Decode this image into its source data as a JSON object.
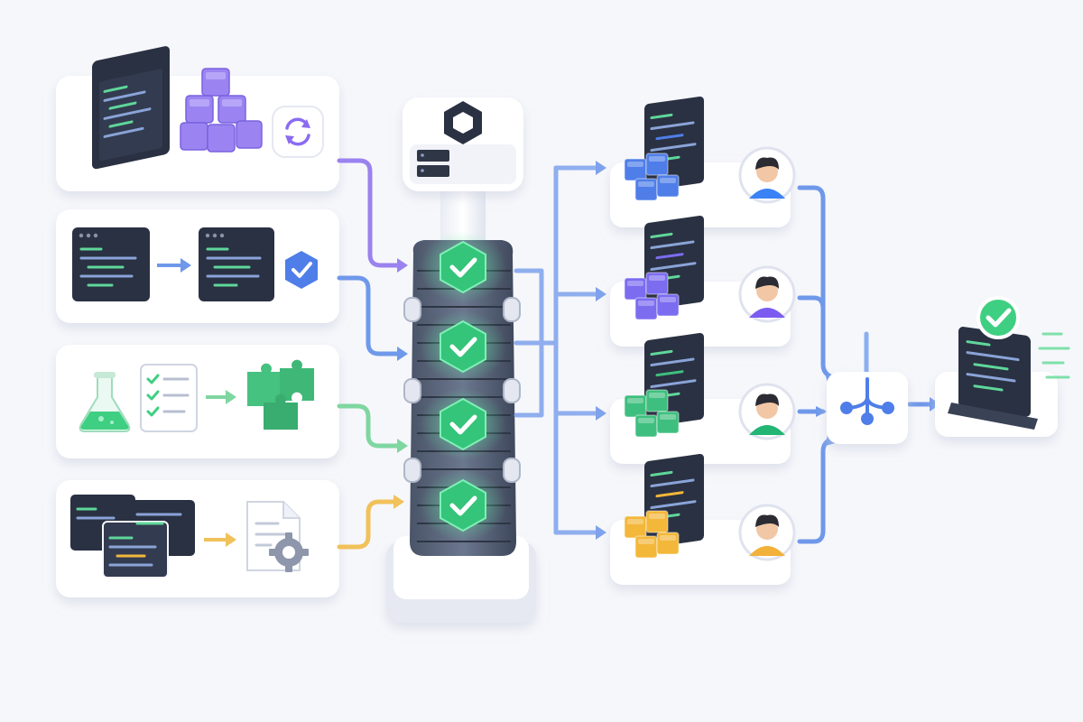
{
  "diagram": {
    "colors": {
      "background": "#f6f7fb",
      "panel": "#ffffff",
      "panel_shadow": "#dde1ec",
      "code_window": "#2a3142",
      "purple": "#8b6cf0",
      "blue": "#4f7ee8",
      "green": "#3fcf82",
      "yellow": "#f3b73a",
      "connector_blue": "#6f98ea",
      "connector_purple": "#9a82ef",
      "connector_green": "#7fd6a0",
      "connector_yellow": "#f1c15a"
    },
    "input_stages": [
      {
        "id": "build",
        "icons": [
          "code-window-icon",
          "purple-package-cubes-icon",
          "sync-icon"
        ],
        "accent": "purple"
      },
      {
        "id": "verify",
        "icons": [
          "code-window-icon",
          "arrow-right-icon",
          "code-window-icon",
          "shield-check-icon"
        ],
        "accent": "blue"
      },
      {
        "id": "test",
        "icons": [
          "flask-icon",
          "checklist-icon",
          "arrow-right-icon",
          "puzzle-pieces-icon"
        ],
        "accent": "green"
      },
      {
        "id": "configure",
        "icons": [
          "stacked-code-windows-icon",
          "arrow-right-icon",
          "document-gear-icon"
        ],
        "accent": "yellow"
      }
    ],
    "pipeline": {
      "top_icon": "hexagon-ring-icon",
      "checkpoints": [
        "check-shield-icon",
        "check-shield-icon",
        "check-shield-icon",
        "check-shield-icon"
      ]
    },
    "deployments": [
      {
        "id": "dev-blue",
        "cube_color": "#4f7ee8",
        "avatar_icon": "developer-avatar-icon",
        "shirt": "#3b82f6"
      },
      {
        "id": "dev-purple",
        "cube_color": "#7c6cf0",
        "avatar_icon": "developer-avatar-icon",
        "shirt": "#7c5cf0"
      },
      {
        "id": "dev-green",
        "cube_color": "#3fbf7f",
        "avatar_icon": "developer-avatar-icon",
        "shirt": "#22b573"
      },
      {
        "id": "dev-yellow",
        "cube_color": "#f3b73a",
        "avatar_icon": "developer-avatar-icon",
        "shirt": "#f2b13a"
      }
    ],
    "merge_node": {
      "icon": "merge-branch-icon"
    },
    "release": {
      "icon": "laptop-success-icon",
      "status": "check-circle-icon"
    }
  }
}
